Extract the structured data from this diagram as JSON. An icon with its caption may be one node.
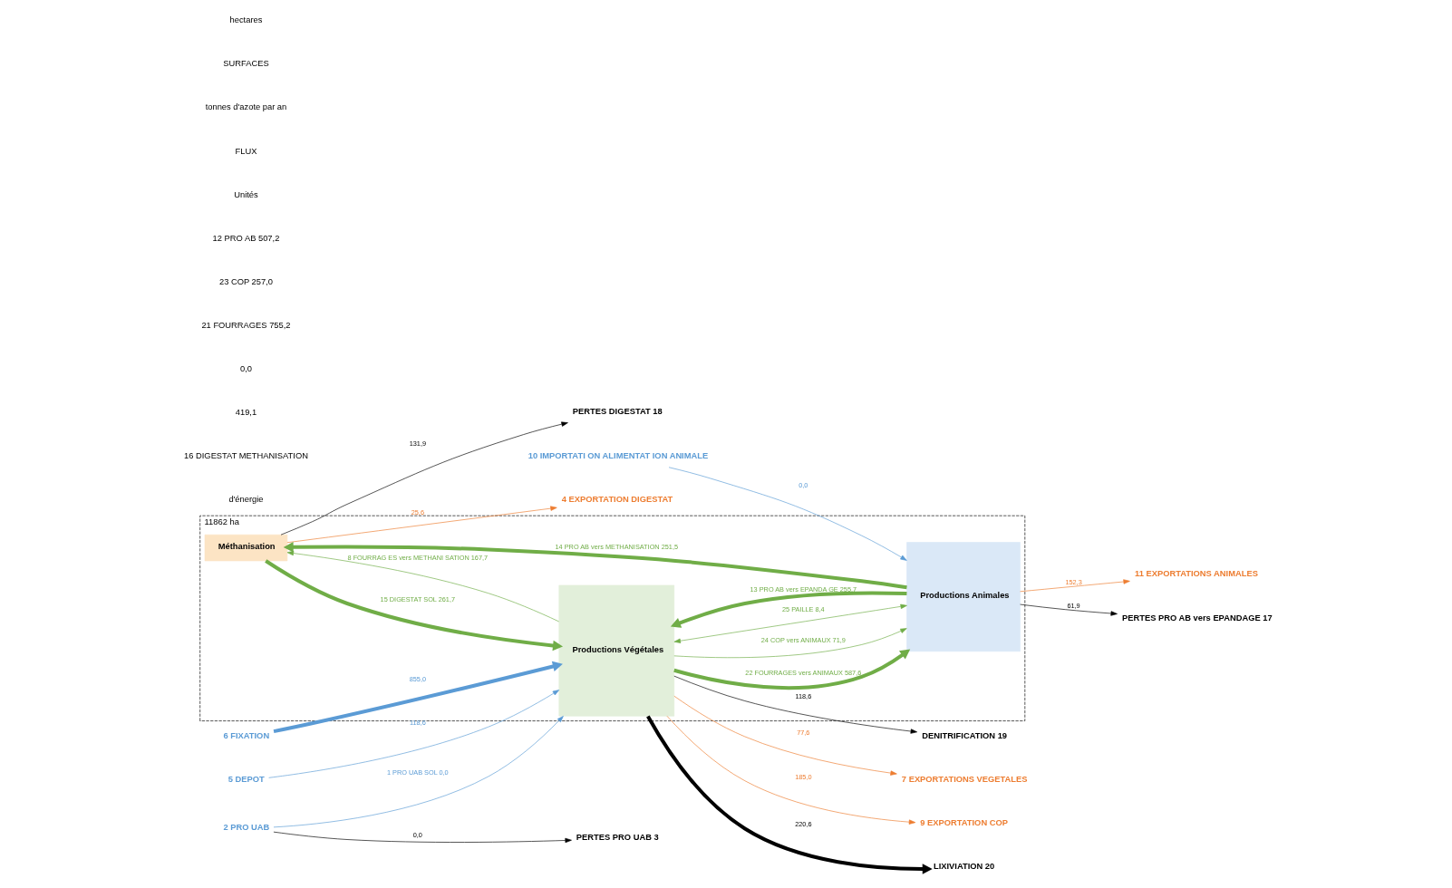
{
  "diagram": {
    "nodes": [
      {
        "text": [
          "11862 ha"
        ]
      },
      {
        "text": [
          "Méthanisation"
        ],
        "in": 0
      },
      {
        "text": [
          "Productions Végétales"
        ],
        "in": 0
      },
      {
        "text": [
          "Productions Animales"
        ],
        "in": 0
      },
      {
        "text": [
          "6 FIXATION"
        ]
      },
      {
        "text": [
          "5 DEPOT"
        ]
      },
      {
        "text": [
          "2 PRO UAB"
        ]
      },
      {
        "text": [
          "10 IMPORTATI ON ALIMENTAT ION ANIMALE"
        ]
      },
      {
        "text": [
          "4 EXPORTATION DIGESTAT"
        ]
      },
      {
        "text": [
          "7 EXPORTATIONS VEGETALES"
        ]
      },
      {
        "text": [
          "11 EXPORTATIONS ANIMALES"
        ]
      },
      {
        "text": [
          "9 EXPORTATION COP"
        ]
      },
      {
        "text": [
          "PERTES PRO UAB 3"
        ]
      },
      {
        "text": [
          "PERTES PRO AB vers EPANDAGE 17"
        ]
      },
      {
        "text": [
          "LIXIVIATION 20"
        ]
      },
      {
        "text": [
          "DENITRIFICATION 19"
        ]
      },
      {
        "text": [
          "PERTES DIGESTAT 18"
        ]
      }
    ],
    "edges": [
      {
        "from": 4,
        "to": 2,
        "arrow": "to",
        "label": "855,0",
        "style": "thick",
        "color": "#5b9bd5"
      },
      {
        "from": 5,
        "to": 2,
        "arrow": "to",
        "label": "118,6",
        "color": "#5b9bd5"
      },
      {
        "from": 6,
        "to": 2,
        "arrow": "to",
        "label": "1 PRO UAB SOL 0,0",
        "color": "#5b9bd5"
      },
      {
        "from": 6,
        "to": 12,
        "arrow": "to",
        "label": "0,0",
        "color": "#000000"
      },
      {
        "from": 7,
        "to": 3,
        "arrow": "to",
        "label": "0,0",
        "color": "#5b9bd5"
      },
      {
        "from": 1,
        "to": 2,
        "arrow": "to",
        "label": "15 DIGESTAT SOL 261,7",
        "style": "thick",
        "color": "#70ad47"
      },
      {
        "from": 1,
        "to": 8,
        "arrow": "to",
        "label": "25,6",
        "color": "#ed7d31"
      },
      {
        "from": 1,
        "to": 16,
        "arrow": "to",
        "label": "131,9",
        "color": "#000000"
      },
      {
        "from": 2,
        "to": 1,
        "arrow": "to",
        "label": "8 FOURRAG ES vers METHANI SATION 167,7",
        "color": "#70ad47"
      },
      {
        "from": 3,
        "to": 1,
        "arrow": "to",
        "label": "14 PRO AB vers METHANISATION 251,5",
        "style": "thick",
        "color": "#70ad47"
      },
      {
        "from": 2,
        "to": 9,
        "arrow": "to",
        "label": "77,6",
        "color": "#ed7d31"
      },
      {
        "from": 2,
        "to": 3,
        "arrow": "to",
        "label": "22 FOURRAGES vers ANIMAUX 587,6",
        "style": "thick",
        "color": "#70ad47"
      },
      {
        "from": 2,
        "to": 3,
        "arrow": "to",
        "label": "24 COP vers ANIMAUX 71,9",
        "color": "#70ad47"
      },
      {
        "from": 2,
        "to": 11,
        "arrow": "to",
        "label": "185,0",
        "color": "#ed7d31"
      },
      {
        "from": 3,
        "to": 2,
        "arrow": "both",
        "label": "25 PAILLE 8,4",
        "color": "#70ad47"
      },
      {
        "from": 3,
        "to": 2,
        "arrow": "to",
        "label": "13 PRO AB vers EPANDA GE 255,7",
        "style": "thick",
        "color": "#70ad47"
      },
      {
        "from": 3,
        "to": 13,
        "arrow": "to",
        "label": "61,9",
        "color": "#000000"
      },
      {
        "from": 3,
        "to": 10,
        "arrow": "to",
        "label": "152,3",
        "color": "#ed7d31"
      },
      {
        "from": 2,
        "to": 14,
        "arrow": "to",
        "label": "220,6",
        "style": "thick",
        "color": "#000000"
      },
      {
        "from": 2,
        "to": 15,
        "arrow": "to",
        "label": "118,6",
        "color": "#000000"
      }
    ],
    "labels": [
      "d'énergie",
      "16 DIGESTAT METHANISATION",
      "419,1",
      "0,0",
      "21 FOURRAGES 755,2",
      "23 COP 257,0",
      "12 PRO AB 507,2",
      "Unités",
      "FLUX",
      "tonnes d'azote par an",
      "SURFACES",
      "hectares"
    ]
  }
}
